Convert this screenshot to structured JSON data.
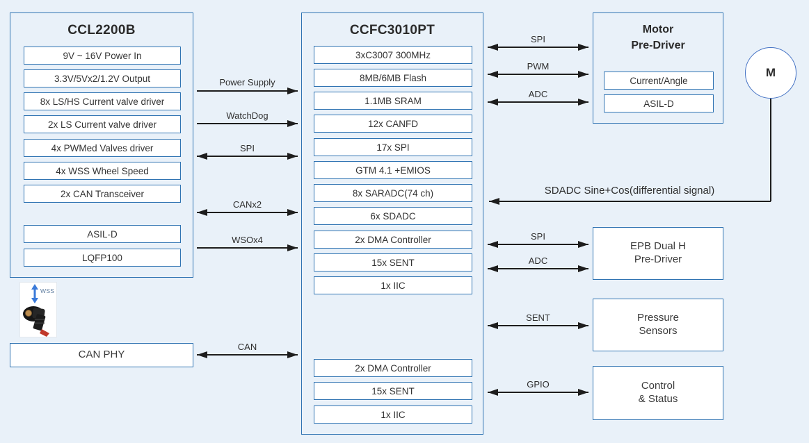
{
  "left_chip": {
    "title": "CCL2200B",
    "items": [
      "9V ~ 16V Power In",
      "3.3V/5Vx2/1.2V Output",
      "8x LS/HS Current valve driver",
      "2x LS Current valve driver",
      "4x PWMed Valves driver",
      "4x WSS Wheel Speed",
      "2x CAN Transceiver"
    ],
    "footer_items": [
      "ASIL-D",
      "LQFP100"
    ]
  },
  "mcu": {
    "title": "CCFC3010PT",
    "items": [
      "3xC3007 300MHz",
      "8MB/6MB Flash",
      "1.1MB SRAM",
      "12x CANFD",
      "17x SPI",
      "GTM 4.1 +EMIOS",
      "8x SARADC(74 ch)",
      "6x SDADC",
      "2x DMA Controller",
      "15x SENT",
      "1x IIC"
    ],
    "items_lower": [
      "2x DMA Controller",
      "15x SENT",
      "1x IIC"
    ]
  },
  "motor_predriver": {
    "title_line1": "Motor",
    "title_line2": "Pre-Driver",
    "items": [
      "Current/Angle",
      "ASIL-D"
    ]
  },
  "motor": {
    "label": "M"
  },
  "epb": {
    "line1": "EPB Dual H",
    "line2": "Pre-Driver"
  },
  "pressure": {
    "line1": "Pressure",
    "line2": "Sensors"
  },
  "control": {
    "line1": "Control",
    "line2": "& Status"
  },
  "can_phy": {
    "label": "CAN PHY"
  },
  "wss": {
    "label": "WSS"
  },
  "links": {
    "power_supply": "Power Supply",
    "watchdog": "WatchDog",
    "spi_left": "SPI",
    "canx2": "CANx2",
    "wsox4": "WSOx4",
    "can": "CAN",
    "spi_motor": "SPI",
    "pwm": "PWM",
    "adc_motor": "ADC",
    "sdadc": "SDADC Sine+Cos(differential signal)",
    "spi_epb": "SPI",
    "adc_epb": "ADC",
    "sent": "SENT",
    "gpio": "GPIO"
  },
  "colors": {
    "background": "#e9f1f9",
    "box_border": "#2f73b2",
    "box_fill": "#ffffff",
    "arrow": "#1d1d1d",
    "motor_circle_border": "#4472c4",
    "wss_arrow": "#3a7ad9"
  }
}
